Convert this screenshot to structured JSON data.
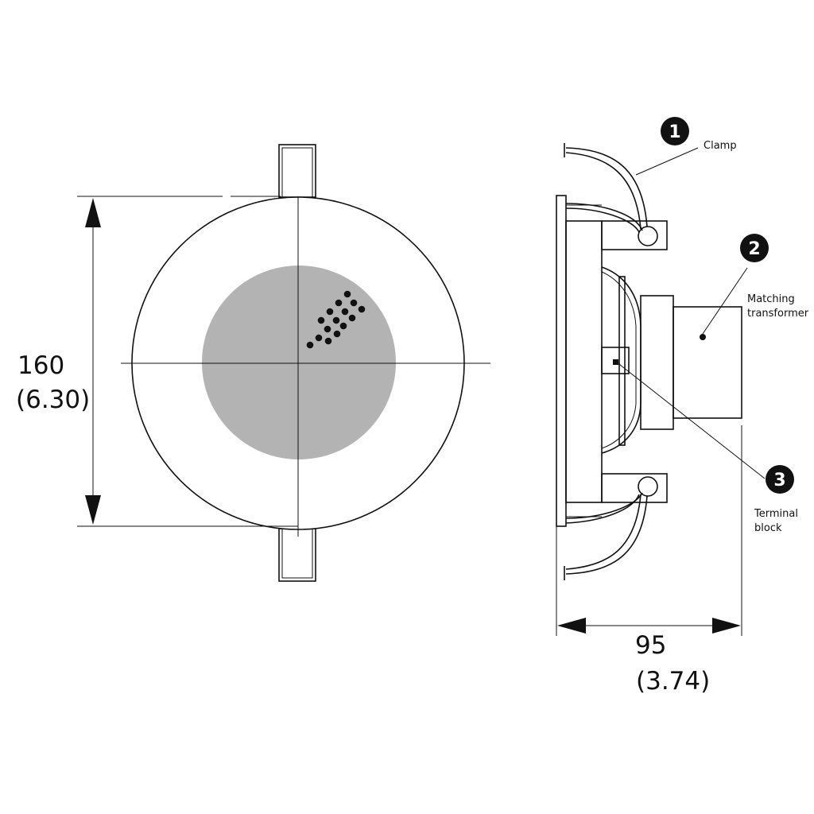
{
  "dimensions": {
    "height": {
      "value": "160",
      "inches": "(6.30)"
    },
    "depth": {
      "value": "95",
      "inches": "(3.74)"
    }
  },
  "callouts": [
    {
      "number": "1",
      "label_lines": [
        "Clamp"
      ]
    },
    {
      "number": "2",
      "label_lines": [
        "Matching",
        "transformer"
      ]
    },
    {
      "number": "3",
      "label_lines": [
        "Terminal",
        "block"
      ]
    }
  ],
  "colors": {
    "line": "#111111",
    "grille": "#b3b3b3",
    "background": "#ffffff"
  }
}
